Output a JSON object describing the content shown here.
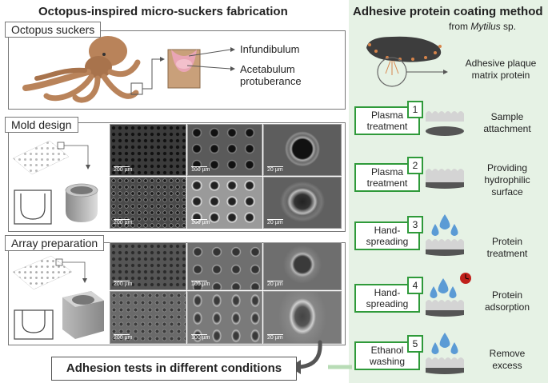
{
  "left_title": "Octopus-inspired micro-suckers fabrication",
  "right_title": "Adhesive protein coating method",
  "right_subtitle_prefix": "from ",
  "right_subtitle_species": "Mytilus",
  "right_subtitle_suffix": " sp.",
  "octopus_panel": {
    "tag": "Octopus suckers",
    "label_infundibulum": "Infundibulum",
    "label_acetabulum_line1": "Acetabulum",
    "label_acetabulum_line2": "protuberance"
  },
  "mold_panel": {
    "tag": "Mold design",
    "scales": [
      "200 µm",
      "100 µm",
      "20 µm",
      "200 µm",
      "100 µm",
      "20 µm"
    ]
  },
  "array_panel": {
    "tag": "Array preparation",
    "scales": [
      "200 µm",
      "100 µm",
      "20 µm",
      "200 µm",
      "100 µm",
      "20 µm"
    ]
  },
  "bottom_label": "Adhesion tests in different conditions",
  "mussel_label_line1": "Adhesive plaque",
  "mussel_label_line2": "matrix protein",
  "steps": [
    {
      "num": "1",
      "line1": "Plasma",
      "line2": "treatment",
      "result1": "Sample",
      "result2": "attachment",
      "result3": ""
    },
    {
      "num": "2",
      "line1": "Plasma",
      "line2": "treatment",
      "result1": "Providing",
      "result2": "hydrophilic",
      "result3": "surface"
    },
    {
      "num": "3",
      "line1": "Hand-",
      "line2": "spreading",
      "result1": "Protein",
      "result2": "treatment",
      "result3": ""
    },
    {
      "num": "4",
      "line1": "Hand-",
      "line2": "spreading",
      "result1": "Protein",
      "result2": "adsorption",
      "result3": ""
    },
    {
      "num": "5",
      "line1": "Ethanol",
      "line2": "washing",
      "result1": "Remove",
      "result2": "excess",
      "result3": ""
    }
  ],
  "colors": {
    "step_green": "#2f9a3a",
    "drop_blue": "#5b9bd5",
    "panel_bg": "#e6f2e5",
    "skin": "#b9835a"
  }
}
